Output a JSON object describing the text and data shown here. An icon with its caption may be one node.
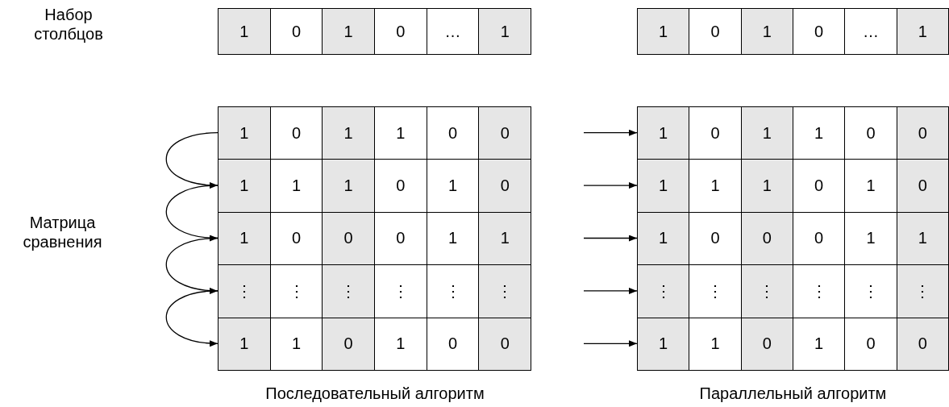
{
  "diagram": {
    "nodes": [
      {
        "text": [
          "1",
          "0",
          "1",
          "0",
          "…",
          "1"
        ]
      },
      {
        "text": [
          "1",
          "0",
          "1",
          "0",
          "…",
          "1"
        ]
      },
      {
        "text": [
          "1",
          "0",
          "1",
          "1",
          "0",
          "0"
        ]
      },
      {
        "text": [
          "1",
          "1",
          "1",
          "0",
          "1",
          "0"
        ]
      },
      {
        "text": [
          "1",
          "0",
          "0",
          "0",
          "1",
          "1"
        ]
      },
      {
        "text": [
          "⋮",
          "⋮",
          "⋮",
          "⋮",
          "⋮",
          "⋮"
        ]
      },
      {
        "text": [
          "1",
          "1",
          "0",
          "1",
          "0",
          "0"
        ]
      },
      {
        "text": [
          "1",
          "0",
          "1",
          "1",
          "0",
          "0"
        ]
      },
      {
        "text": [
          "1",
          "1",
          "1",
          "0",
          "1",
          "0"
        ]
      },
      {
        "text": [
          "1",
          "0",
          "0",
          "0",
          "1",
          "1"
        ]
      },
      {
        "text": [
          "⋮",
          "⋮",
          "⋮",
          "⋮",
          "⋮",
          "⋮"
        ]
      },
      {
        "text": [
          "1",
          "1",
          "0",
          "1",
          "0",
          "0"
        ]
      }
    ],
    "edges": [
      {
        "from": 2,
        "to": 3,
        "arrow": "to"
      },
      {
        "from": 3,
        "to": 4,
        "arrow": "to"
      },
      {
        "from": 4,
        "to": 5,
        "arrow": "to"
      },
      {
        "from": 5,
        "to": 6,
        "arrow": "to"
      },
      {
        "from": null,
        "to": 7,
        "arrow": "to"
      },
      {
        "from": null,
        "to": 8,
        "arrow": "to"
      },
      {
        "from": null,
        "to": 9,
        "arrow": "to"
      },
      {
        "from": null,
        "to": 10,
        "arrow": "to"
      },
      {
        "from": null,
        "to": 11,
        "arrow": "to"
      }
    ],
    "labels": [
      "Набор столбцов",
      "Матрица сравнения",
      "Последовательный алгоритм",
      "Параллельный алгоритм"
    ]
  }
}
